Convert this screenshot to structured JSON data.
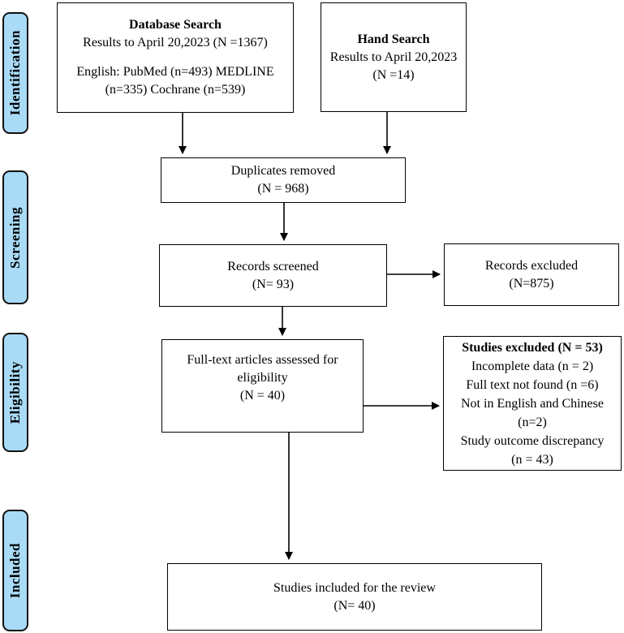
{
  "figure": {
    "type": "prisma-flow-diagram"
  },
  "colors": {
    "stage_fill": "#a9dbf7",
    "box_border": "#000000",
    "arrow": "#000000",
    "background": "#ffffff"
  },
  "stages": [
    {
      "label": "Identification"
    },
    {
      "label": "Screening"
    },
    {
      "label": "Eligibility"
    },
    {
      "label": "Included"
    }
  ],
  "boxes": {
    "database_search": {
      "title": "Database Search",
      "subtitle": "Results to April 20,2023 (N =1367)",
      "detail1": "English: PubMed (n=493) MEDLINE",
      "detail2": "(n=335) Cochrane (n=539)"
    },
    "hand_search": {
      "title": "Hand Search",
      "subtitle": "Results to April 20,2023",
      "count": "(N =14)"
    },
    "duplicates_removed": {
      "line1": "Duplicates removed",
      "line2": "(N = 968)"
    },
    "records_screened": {
      "line1": "Records screened",
      "line2": "(N= 93)"
    },
    "records_excluded": {
      "line1": "Records excluded",
      "line2": "(N=875)"
    },
    "fulltext_assessed": {
      "line1": "Full-text articles assessed for",
      "line2": "eligibility",
      "line3": "(N = 40)"
    },
    "studies_excluded": {
      "title": "Studies excluded (N = 53)",
      "reasons": [
        "Incomplete data (n = 2)",
        "Full text not found (n =6)",
        "Not in English and Chinese",
        "(n=2)",
        "Study outcome discrepancy",
        "(n = 43)"
      ]
    },
    "studies_included": {
      "line1": "Studies included for the review",
      "line2": "(N= 40)"
    }
  }
}
